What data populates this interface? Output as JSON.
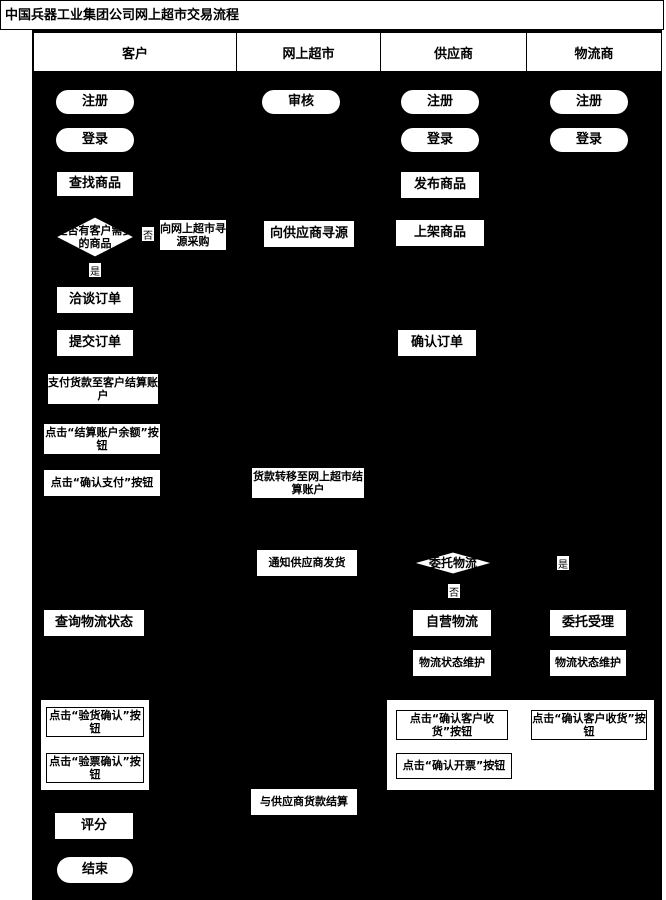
{
  "title": "中国兵器工业集团公司网上超市交易流程",
  "lanes": [
    "客户",
    "网上超市",
    "供应商",
    "物流商"
  ],
  "nodes": {
    "cust_register": "注册",
    "cust_login": "登录",
    "cust_search": "查找商品",
    "cust_decision": "是否有客户需要的商品",
    "decision_no": "否",
    "decision_yes": "是",
    "cust_source": "向网上超市寻源采购",
    "cust_negotiate": "洽谈订单",
    "cust_submit": "提交订单",
    "cust_pay": "支付货款至客户结算账户",
    "cust_balance": "点击“结算账户余额”按钮",
    "cust_confirm_pay": "点击“确认支付”按钮",
    "cust_track": "查询物流状态",
    "cust_inspect": "点击“验货确认”按钮",
    "cust_ticket": "点击“验票确认”按钮",
    "cust_rate": "评分",
    "cust_end": "结束",
    "mkt_review": "审核",
    "mkt_source": "向供应商寻源",
    "mkt_transfer": "货款转移至网上超市结算账户",
    "mkt_notify": "通知供应商发货",
    "mkt_settle": "与供应商货款结算",
    "sup_register": "注册",
    "sup_login": "登录",
    "sup_publish": "发布商品",
    "sup_list": "上架商品",
    "sup_confirm": "确认订单",
    "sup_delegate": "委托物流",
    "delegate_no": "否",
    "delegate_yes": "是",
    "sup_self": "自营物流",
    "sup_status": "物流状态维护",
    "sup_receipt": "点击“确认客户收货”按钮",
    "sup_invoice": "点击“确认开票”按钮",
    "log_register": "注册",
    "log_login": "登录",
    "log_accept": "委托受理",
    "log_status": "物流状态维护",
    "log_receipt": "点击“确认客户收货”按钮"
  }
}
